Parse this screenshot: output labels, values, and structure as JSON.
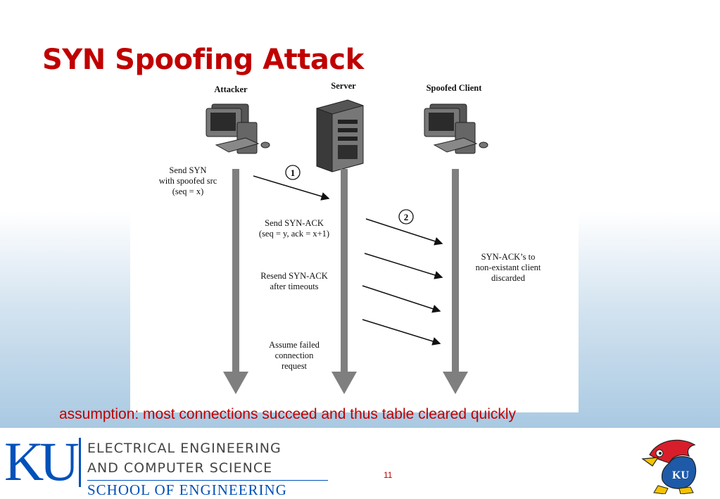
{
  "title": "SYN Spoofing Attack",
  "diagram": {
    "headers": {
      "attacker": "Attacker",
      "server": "Server",
      "client": "Spoofed Client"
    },
    "steps": [
      {
        "marker": "1"
      },
      {
        "marker": "2"
      }
    ],
    "labels": {
      "send_syn": "Send SYN\nwith spoofed src\n(seq = x)",
      "send_synack": "Send SYN-ACK\n(seq = y, ack = x+1)",
      "resend": "Resend SYN-ACK\nafter timeouts",
      "assume": "Assume failed\nconnection\nrequest",
      "discarded": "SYN-ACK’s to\nnon-existant client\ndiscarded"
    }
  },
  "caption": "assumption: most connections succeed and thus table cleared quickly",
  "footer": {
    "logo": "KU",
    "dept_line1": "ELECTRICAL ENGINEERING",
    "dept_line2": "AND COMPUTER SCIENCE",
    "school": "SCHOOL OF ENGINEERING",
    "page_number": "11"
  },
  "colors": {
    "title": "#c00000",
    "ku_blue": "#0051ba",
    "timeline": "#7f7f7f"
  }
}
